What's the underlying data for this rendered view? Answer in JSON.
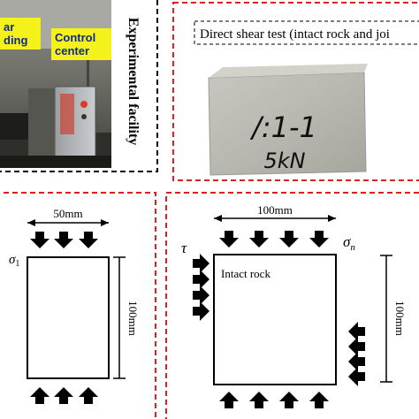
{
  "experimental_facility": {
    "label_shear_loading": "ar\nding",
    "label_control_center": "Control\ncenter",
    "caption": "Experimental facility"
  },
  "direct_shear_panel": {
    "title": "Direct shear test (intact rock and joi",
    "specimen_marking_line1": "/:1-1",
    "specimen_marking_line2": "5kN"
  },
  "uniaxial_diagram": {
    "width_label": "50mm",
    "height_label": "100mm",
    "stress_label": "σ1",
    "arrow_icon": "down-arrow-icon"
  },
  "shear_diagram": {
    "width_label": "100mm",
    "height_label": "100mm",
    "shear_label": "τ",
    "normal_label": "σn",
    "sample_label": "Intact rock",
    "arrow_icon": "arrow-icon"
  },
  "colors": {
    "frame_dashed_black": "#000000",
    "frame_dashed_red": "#e02020",
    "label_background": "#f4f21a",
    "label_text": "#0f2a8f"
  }
}
